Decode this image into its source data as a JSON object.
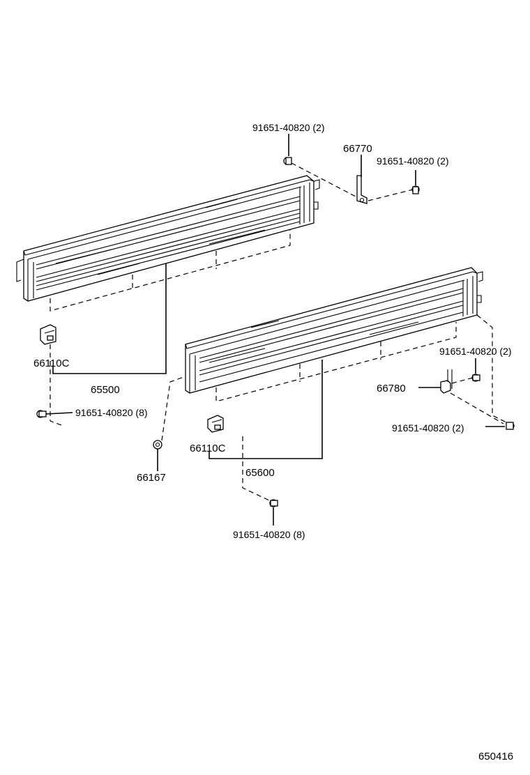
{
  "callouts": {
    "bolt_top": "91651-40820 (2)",
    "hinge_top": "66770",
    "bolt_hinge_top": "91651-40820 (2)",
    "latch_left": "66110C",
    "panel_left": "65500",
    "bolt_left": "91651-40820 (8)",
    "bolt_right_upper": "91651-40820 (2)",
    "hinge_right": "66780",
    "bolt_right_lower": "91651-40820 (2)",
    "cap": "66167",
    "latch_right": "66110C",
    "panel_right": "65600",
    "bolt_bottom": "91651-40820 (8)"
  },
  "figure_id": "650416"
}
